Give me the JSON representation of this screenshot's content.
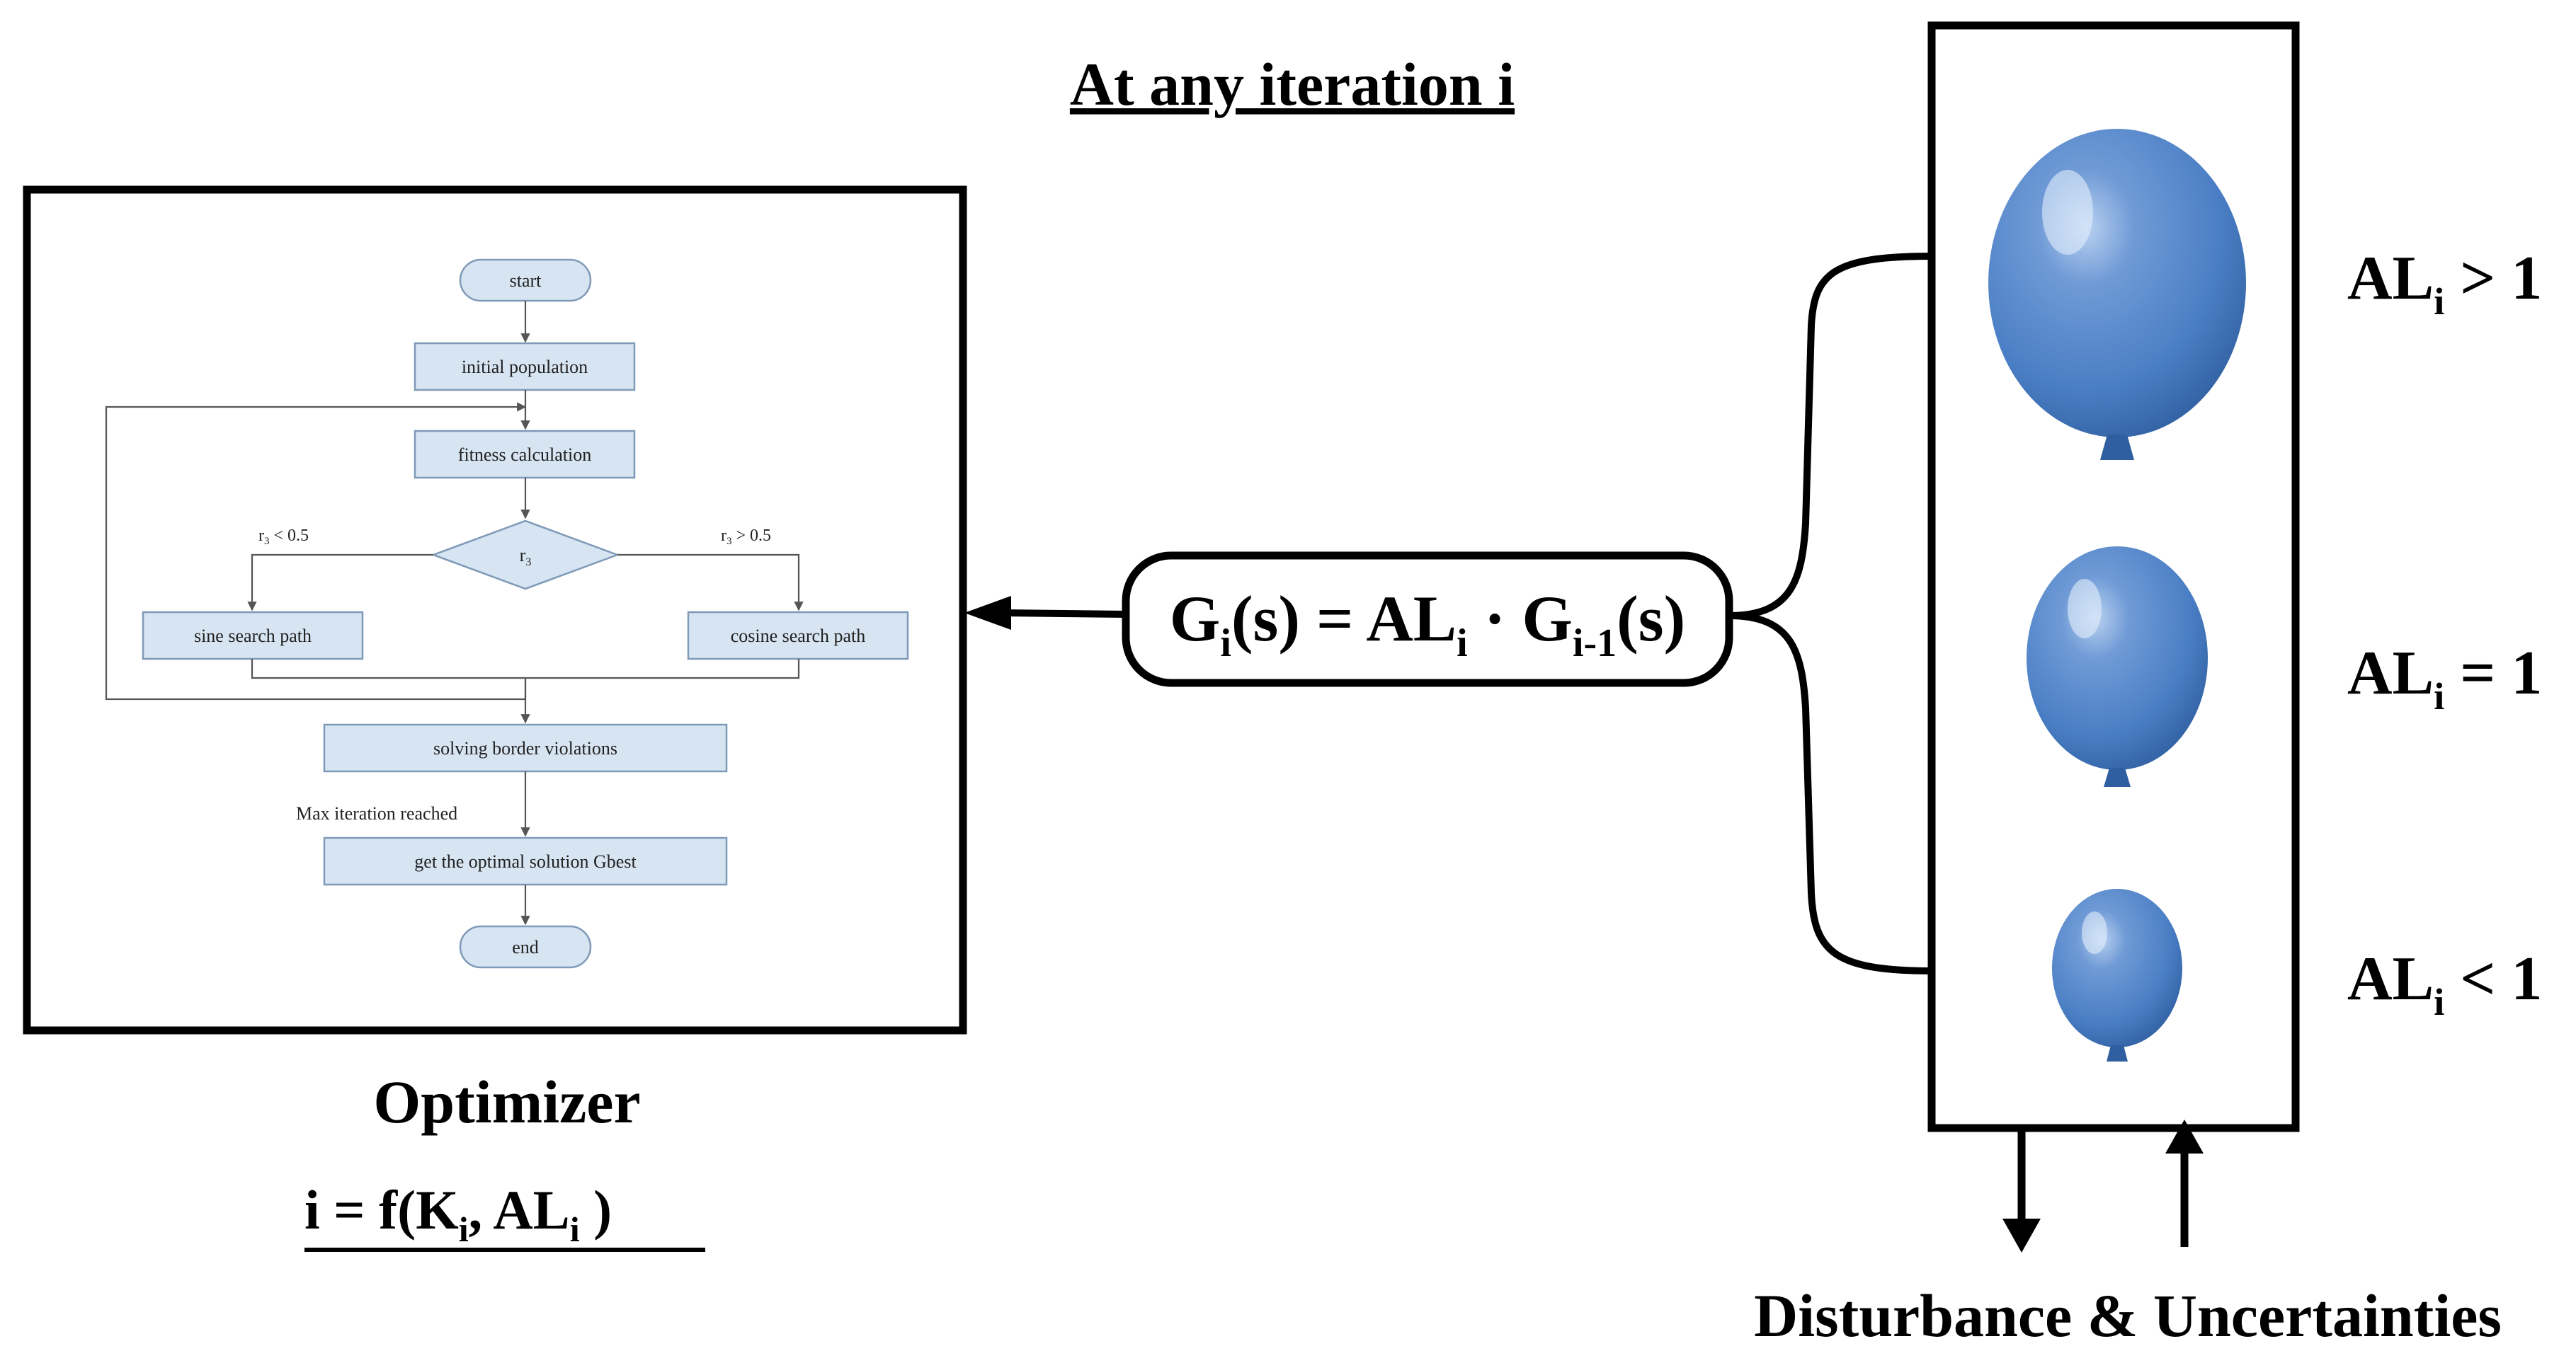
{
  "heading": "At any iteration i",
  "optimizer": {
    "label": "Optimizer",
    "formula": {
      "prefix": "i = f(K",
      "sub1": "i",
      "mid": ", AL",
      "sub2": "i",
      "suffix": " )"
    }
  },
  "flowchart": {
    "start": "start",
    "initial_population": "initial population",
    "fitness_calculation": "fitness calculation",
    "decision": {
      "base": "r",
      "sub": "3"
    },
    "left_condition": {
      "base": "r",
      "sub": "3",
      "rest": " < 0.5"
    },
    "right_condition": {
      "base": "r",
      "sub": "3",
      "rest": " > 0.5"
    },
    "sine_path": "sine search path",
    "cosine_path": "cosine search path",
    "border": "solving border violations",
    "max_iter": "Max iteration reached",
    "optimal": "get the optimal solution Gbest",
    "end": "end"
  },
  "equation": {
    "g1": "G",
    "g1_sub": "i",
    "part1": "(s) = AL",
    "al_sub": "i",
    "dot": " · G",
    "g2_sub": "i-1",
    "part2": "(s)"
  },
  "balloons": [
    {
      "size": "large",
      "label_base": "AL",
      "label_sub": "i",
      "label_rel": " > 1"
    },
    {
      "size": "medium",
      "label_base": "AL",
      "label_sub": "i",
      "label_rel": " = 1"
    },
    {
      "size": "small",
      "label_base": "AL",
      "label_sub": "i",
      "label_rel": " < 1"
    }
  ],
  "disturbance": "Disturbance & Uncertainties",
  "colors": {
    "balloon": "#4a7ec4",
    "balloon_dark": "#2f5fa0",
    "flow_box": "#d7e4f2",
    "flow_border": "#7f9ab8"
  }
}
